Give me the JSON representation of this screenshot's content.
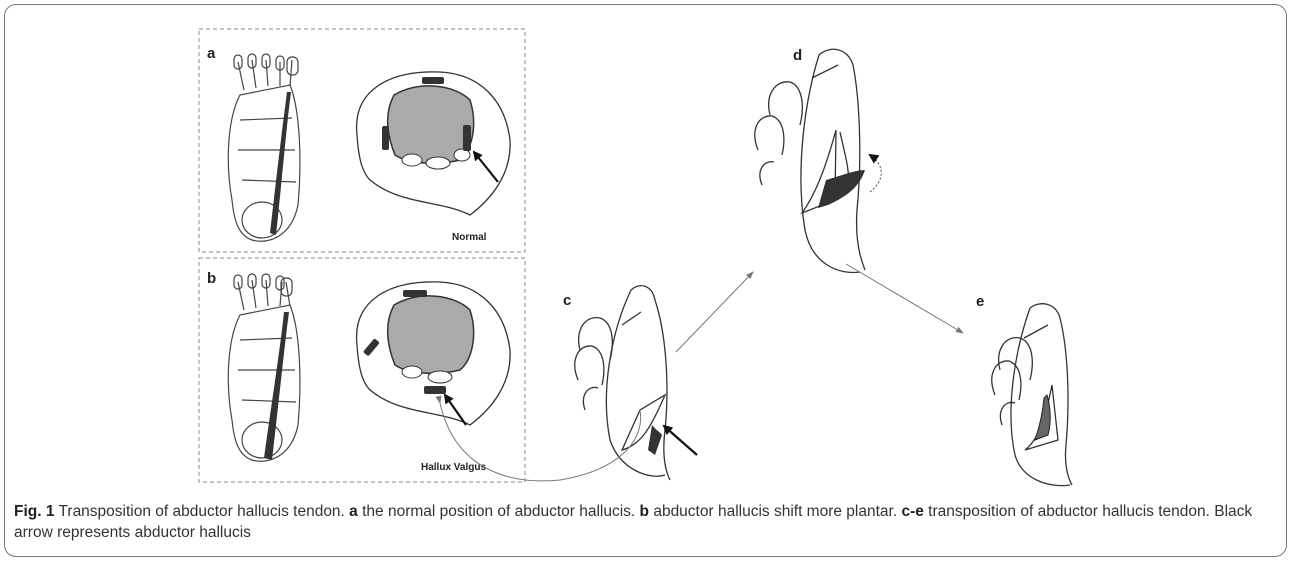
{
  "figure": {
    "panels": {
      "a": {
        "letter": "a",
        "label": "Normal"
      },
      "b": {
        "letter": "b",
        "label": "Hallux Valgus"
      },
      "c": {
        "letter": "c"
      },
      "d": {
        "letter": "d"
      },
      "e": {
        "letter": "e"
      }
    }
  },
  "caption": {
    "fig_label": "Fig. 1",
    "title": " Transposition of abductor hallucis tendon. ",
    "a_letter": "a",
    "a_text": " the normal position of abductor hallucis. ",
    "b_letter": "b",
    "b_text": " abductor hallucis shift more plantar. ",
    "ce_letter": "c-e",
    "ce_text": " transposition of abductor hallucis tendon. Black arrow represents abductor hallucis"
  }
}
